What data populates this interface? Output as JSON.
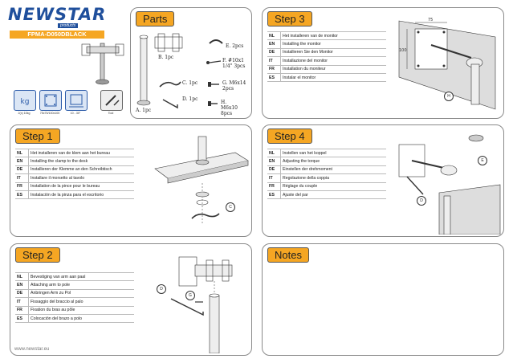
{
  "brand": {
    "name": "NEWSTAR",
    "sub": "products",
    "model": "FPMA-D050DBLACK",
    "website": "www.newstar.eu"
  },
  "specs": [
    {
      "icon": "weight-icon",
      "label": "2(x) 10kg"
    },
    {
      "icon": "vesa-icon",
      "label": "75x75/100x100"
    },
    {
      "icon": "tilt-icon",
      "label": "10 - 30°"
    },
    {
      "icon": "tool-icon",
      "label": "Tool"
    }
  ],
  "parts": {
    "title": "Parts",
    "items": [
      {
        "key": "A",
        "label": "A. 1pc"
      },
      {
        "key": "B",
        "label": "B. 1pc"
      },
      {
        "key": "C",
        "label": "C. 1pc"
      },
      {
        "key": "D",
        "label": "D. 1pc"
      },
      {
        "key": "E",
        "label": "E. 2pcs"
      },
      {
        "key": "F",
        "label": "F. #10x1 1/4\" 3pcs"
      },
      {
        "key": "G",
        "label": "G. M6x14 2pcs"
      },
      {
        "key": "H",
        "label": "H. M6x10 8pcs"
      }
    ]
  },
  "step1": {
    "title": "Step 1",
    "callout": "C",
    "rows": [
      {
        "code": "NL",
        "text": "Het installeren van de klem aan het bureau"
      },
      {
        "code": "EN",
        "text": "Installing the clamp to the desk"
      },
      {
        "code": "DE",
        "text": "Installieren der Klemme an den Schreibtisch"
      },
      {
        "code": "IT",
        "text": "Installare il morsetto al tavolo"
      },
      {
        "code": "FR",
        "text": "Installation de la pince pour le bureau"
      },
      {
        "code": "ES",
        "text": "Instalación de la pinza para el escritorio"
      }
    ]
  },
  "step2": {
    "title": "Step 2",
    "callouts": [
      "D",
      "G"
    ],
    "rows": [
      {
        "code": "NL",
        "text": "Bevestiging van arm aan paal"
      },
      {
        "code": "EN",
        "text": "Attaching arm to pole"
      },
      {
        "code": "DE",
        "text": "Anbringen Arm zu Pol"
      },
      {
        "code": "IT",
        "text": "Fissaggio del braccio al palo"
      },
      {
        "code": "FR",
        "text": "Fixation du bras au pôle"
      },
      {
        "code": "ES",
        "text": "Colocación del brazo a polo"
      }
    ]
  },
  "step3": {
    "title": "Step 3",
    "callout": "H",
    "dimensions": [
      "75",
      "100"
    ],
    "rows": [
      {
        "code": "NL",
        "text": "Het installeren van de monitor"
      },
      {
        "code": "EN",
        "text": "Installing the monitor"
      },
      {
        "code": "DE",
        "text": "Installieren Sie den Monitor"
      },
      {
        "code": "IT",
        "text": "Installazione del monitor"
      },
      {
        "code": "FR",
        "text": "Installation du moniteur"
      },
      {
        "code": "ES",
        "text": "Instalar el monitor"
      }
    ]
  },
  "step4": {
    "title": "Step 4",
    "callouts": [
      "D",
      "E"
    ],
    "rows": [
      {
        "code": "NL",
        "text": "Instellen van het koppel"
      },
      {
        "code": "EN",
        "text": "Adjusting the torque"
      },
      {
        "code": "DE",
        "text": "Einstellen der drehmoment"
      },
      {
        "code": "IT",
        "text": "Regolazione della coppia"
      },
      {
        "code": "FR",
        "text": "Réglage du couple"
      },
      {
        "code": "ES",
        "text": "Ajuste del par"
      }
    ]
  },
  "notes": {
    "title": "Notes"
  },
  "colors": {
    "accent": "#f5a623",
    "brand": "#1f4f9c",
    "border": "#8a8a8a"
  }
}
